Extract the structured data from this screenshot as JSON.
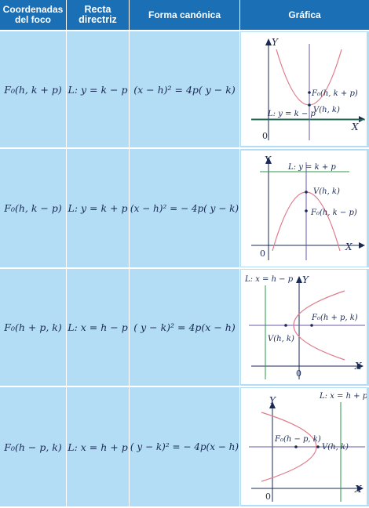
{
  "headers": {
    "focus": "Coordenadas del foco",
    "focus_line1": "Coordenadas",
    "focus_line2": "del foco",
    "directrix_line1": "Recta",
    "directrix_line2": "directriz",
    "canonical": "Forma canónica",
    "graph": "Gráfica"
  },
  "rows": [
    {
      "focus": "F₀(h, k + p)",
      "directrix": "L: y = k − p",
      "canonical": "(x − h)² = 4p( y − k)",
      "graph": {
        "focus_label": "F₀(h, k + p)",
        "vertex_label": "V(h, k)",
        "directrix_label": "L: y = k − p",
        "x_axis": "X",
        "y_axis": "Y",
        "origin": "0"
      }
    },
    {
      "focus": "F₀(h, k − p)",
      "directrix": "L: y = k + p",
      "canonical": "(x − h)² = − 4p( y − k)",
      "graph": {
        "focus_label": "F₀(h, k − p)",
        "vertex_label": "V(h, k)",
        "directrix_label": "L: y = k + p",
        "x_axis": "X",
        "y_axis": "Y",
        "origin": "0"
      }
    },
    {
      "focus": "F₀(h + p, k)",
      "directrix": "L: x = h − p",
      "canonical": "( y − k)² = 4p(x − h)",
      "graph": {
        "focus_label": "F₀(h + p, k)",
        "vertex_label": "V(h, k)",
        "directrix_label": "L: x = h − p",
        "x_axis": "X",
        "y_axis": "Y",
        "origin": "0"
      }
    },
    {
      "focus": "F₀(h − p, k)",
      "directrix": "L: x = h + p",
      "canonical": "( y − k)² = − 4p(x − h)",
      "graph": {
        "focus_label": "F₀(h − p, k)",
        "vertex_label": "V(h, k)",
        "directrix_label": "L: x = h + p",
        "x_axis": "X",
        "y_axis": "Y",
        "origin": "0"
      }
    }
  ],
  "colors": {
    "header_bg": "#1b6fb5",
    "cell_bg": "#b3dcf5",
    "graph_bg": "#ffffff",
    "parabola": "#e07a8a",
    "directrix_line": "#2a9a4a",
    "axis_line": "#6a5aa8",
    "text": "#1a2a55"
  }
}
